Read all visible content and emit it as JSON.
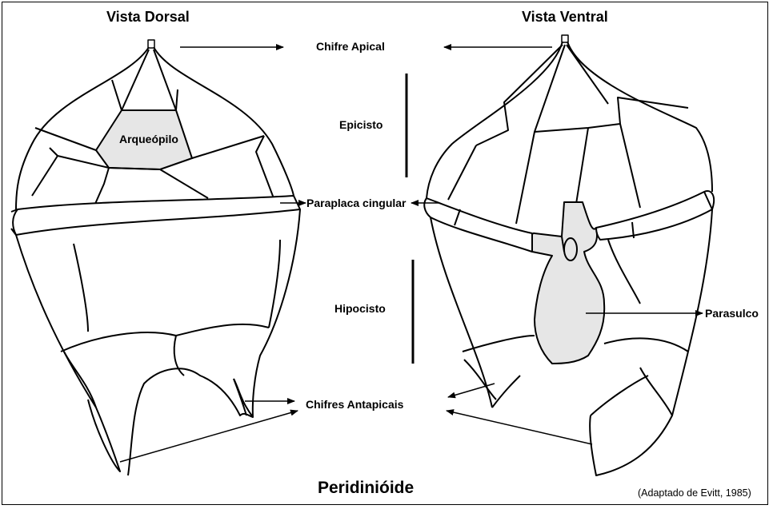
{
  "headings": {
    "dorsal": "Vista Dorsal",
    "ventral": "Vista Ventral"
  },
  "labels": {
    "chifre_apical": "Chifre Apical",
    "epicisto": "Epicisto",
    "arqueopilo": "Arqueópilo",
    "paraplaca_cingular": "Paraplaca cingular",
    "hipocisto": "Hipocisto",
    "parasulco": "Parasulco",
    "chifres_antapicais": "Chifres Antapicais"
  },
  "title": "Peridinióide",
  "credit": "(Adaptado de Evitt, 1985)",
  "colors": {
    "outline": "#000000",
    "fill_grey": "#e6e6e6",
    "background": "#ffffff"
  }
}
